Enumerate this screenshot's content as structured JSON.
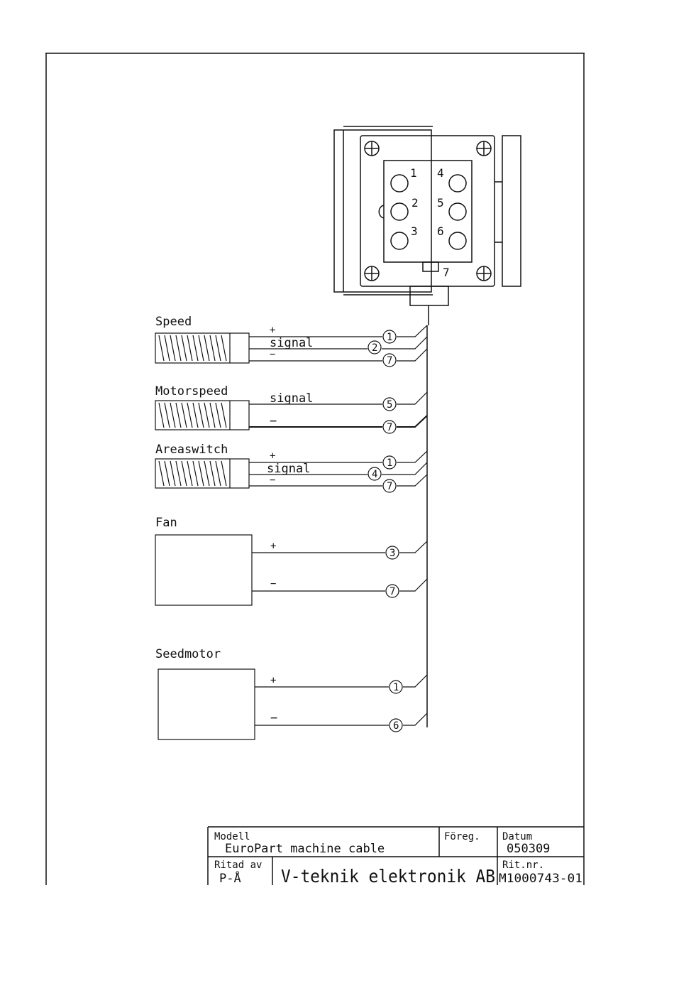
{
  "connector": {
    "pins": [
      "1",
      "2",
      "3",
      "4",
      "5",
      "6"
    ],
    "pin7": "7"
  },
  "components": [
    {
      "name": "Speed",
      "wires": [
        {
          "label": "+",
          "pin": "1"
        },
        {
          "label": "signal",
          "pin": "2"
        },
        {
          "label": "−",
          "pin": "7"
        }
      ]
    },
    {
      "name": "Motorspeed",
      "wires": [
        {
          "label": "signal",
          "pin": "5"
        },
        {
          "label": "−",
          "pin": "7"
        }
      ]
    },
    {
      "name": "Areaswitch",
      "wires": [
        {
          "label": "+",
          "pin": "1"
        },
        {
          "label": "signal",
          "pin": "4"
        },
        {
          "label": "−",
          "pin": "7"
        }
      ]
    },
    {
      "name": "Fan",
      "wires": [
        {
          "label": "+",
          "pin": "3"
        },
        {
          "label": "−",
          "pin": "7"
        }
      ]
    },
    {
      "name": "Seedmotor",
      "wires": [
        {
          "label": "+",
          "pin": "1"
        },
        {
          "label": "−",
          "pin": "6"
        }
      ]
    }
  ],
  "title_block": {
    "modell_label": "Modell",
    "modell_value": "EuroPart machine cable",
    "foreg_label": "Föreg.",
    "datum_label": "Datum",
    "datum_value": "050309",
    "ritad_label": "Ritad av",
    "ritad_value": "P-Å",
    "company": "V-teknik elektronik AB",
    "ritnr_label": "Rit.nr.",
    "ritnr_value": "M1000743-01"
  },
  "colors": {
    "ink": "#111111",
    "paper": "#ffffff"
  }
}
